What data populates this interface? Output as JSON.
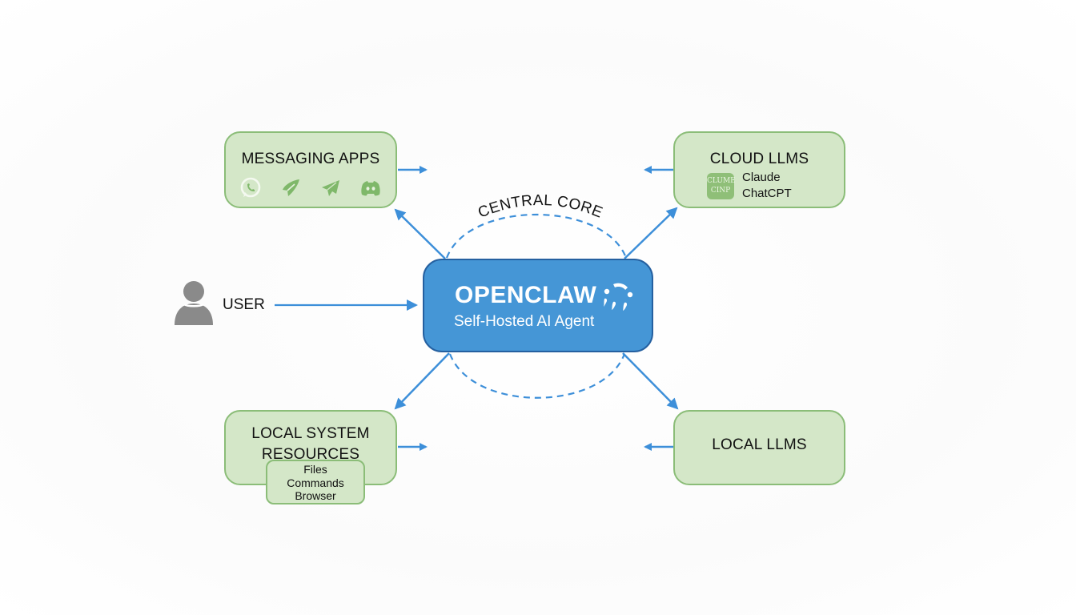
{
  "diagram": {
    "core": {
      "region_label": "CENTRAL CORE",
      "title": "OPENCLAW",
      "subtitle": "Self-Hosted AI Agent",
      "logo_icon": "claw-dots-icon"
    },
    "user": {
      "label": "USER",
      "icon": "user-icon"
    },
    "nodes": {
      "messaging": {
        "title": "MESSAGING APPS",
        "icons": [
          "whatsapp-icon",
          "signal-paper-plane-icon",
          "telegram-icon",
          "discord-icon"
        ]
      },
      "cloud_llms": {
        "title": "CLOUD LLMS",
        "badge_lines": [
          "CLUME",
          "CINP"
        ],
        "models": [
          "Claude",
          "ChatCPT"
        ]
      },
      "local_system": {
        "title_line1": "LOCAL SYSTEM",
        "title_line2": "RESOURCES",
        "items": [
          "Files",
          "Commands",
          "Browser"
        ]
      },
      "local_llms": {
        "title": "LOCAL LLMS"
      }
    },
    "edges": [
      {
        "from": "user",
        "to": "core",
        "style": "solid-arrow"
      },
      {
        "from": "core",
        "to": "messaging",
        "style": "solid-arrow"
      },
      {
        "from": "core",
        "to": "cloud_llms",
        "style": "solid-arrow"
      },
      {
        "from": "core",
        "to": "local_system",
        "style": "solid-arrow"
      },
      {
        "from": "core",
        "to": "local_llms",
        "style": "solid-arrow"
      },
      {
        "from": "messaging",
        "to": "core",
        "style": "short-arrow"
      },
      {
        "from": "cloud_llms",
        "to": "core",
        "style": "short-arrow"
      },
      {
        "from": "local_system",
        "to": "core",
        "style": "short-arrow"
      },
      {
        "from": "local_llms",
        "to": "core",
        "style": "short-arrow"
      }
    ],
    "colors": {
      "arrow": "#3d8fd9",
      "node_fill": "#d4e7c8",
      "node_border": "#8bbd78",
      "core_fill": "#4596d6",
      "core_border": "#2560a0",
      "user_icon": "#8a8a8a"
    }
  }
}
